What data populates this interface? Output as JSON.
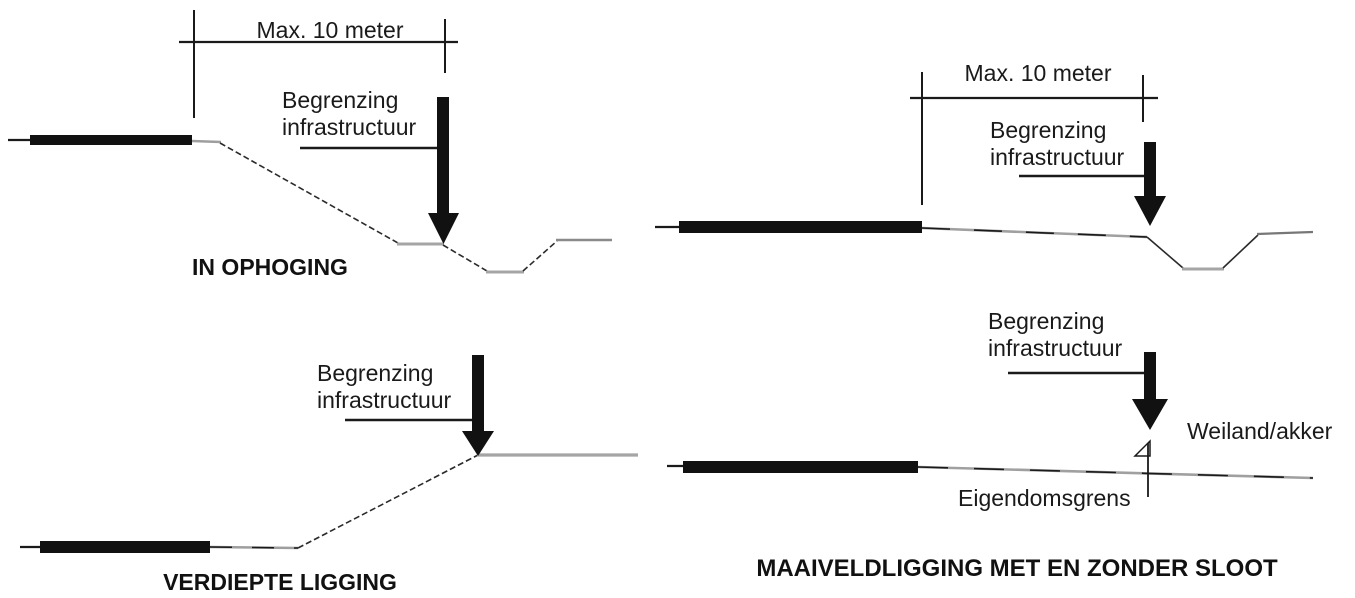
{
  "diagram": {
    "panels": {
      "in_ophoging": {
        "caption": "IN OPHOGING",
        "dimension_label": "Max. 10 meter",
        "boundary_line1": "Begrenzing",
        "boundary_line2": "infrastructuur"
      },
      "maaiveld_top": {
        "dimension_label": "Max. 10 meter",
        "boundary_line1": "Begrenzing",
        "boundary_line2": "infrastructuur"
      },
      "verdiepte_ligging": {
        "caption": "VERDIEPTE LIGGING",
        "boundary_line1": "Begrenzing",
        "boundary_line2": "infrastructuur"
      },
      "maaiveldligging": {
        "caption": "MAAIVELDLIGGING MET EN ZONDER SLOOT",
        "boundary_line1": "Begrenzing",
        "boundary_line2": "infrastructuur",
        "land_label": "Weiland/akker",
        "property_boundary_label": "Eigendomsgrens"
      }
    },
    "colors": {
      "ink": "#1a1a1a",
      "gray_line": "#9e9e9e"
    }
  }
}
